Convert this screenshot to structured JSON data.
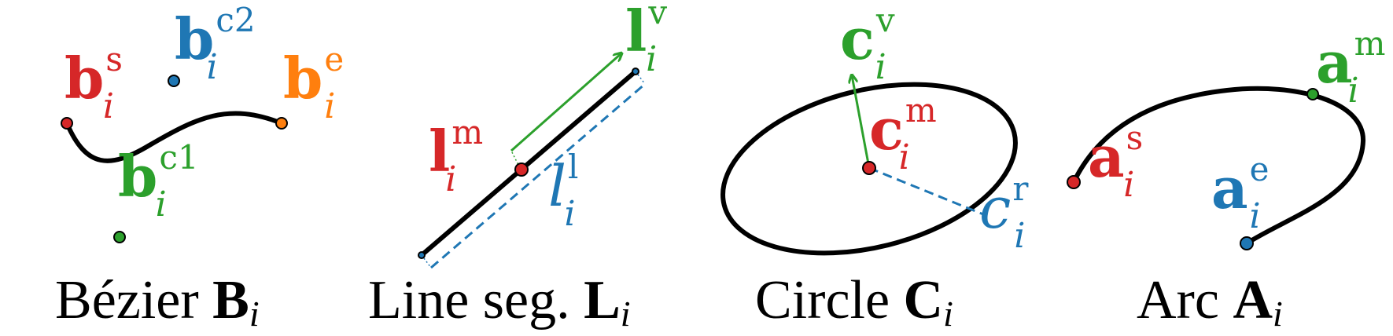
{
  "colors": {
    "red": "#d62728",
    "blue": "#1f77b4",
    "green": "#2ca02c",
    "orange": "#ff7f0e",
    "black": "#000000"
  },
  "panels": {
    "bezier": {
      "caption_main": "Bézier ",
      "caption_bold": "B",
      "caption_sub": "i",
      "labels": {
        "start": {
          "base": "b",
          "sup": "s",
          "sub": "i"
        },
        "c1": {
          "base": "b",
          "sup": "c1",
          "sub": "i"
        },
        "c2": {
          "base": "b",
          "sup": "c2",
          "sub": "i"
        },
        "end": {
          "base": "b",
          "sup": "e",
          "sub": "i"
        }
      }
    },
    "line": {
      "caption_main": "Line seg. ",
      "caption_bold": "L",
      "caption_sub": "i",
      "labels": {
        "mid": {
          "base": "l",
          "sup": "m",
          "sub": "i"
        },
        "vec": {
          "base": "l",
          "sup": "v",
          "sub": "i"
        },
        "len": {
          "base": "l",
          "sup": "l",
          "sub": "i"
        }
      }
    },
    "circle": {
      "caption_main": "Circle ",
      "caption_bold": "C",
      "caption_sub": "i",
      "labels": {
        "mid": {
          "base": "c",
          "sup": "m",
          "sub": "i"
        },
        "vec": {
          "base": "c",
          "sup": "v",
          "sub": "i"
        },
        "rad": {
          "base": "c",
          "sup": "r",
          "sub": "i"
        }
      }
    },
    "arc": {
      "caption_main": "Arc ",
      "caption_bold": "A",
      "caption_sub": "i",
      "labels": {
        "start": {
          "base": "a",
          "sup": "s",
          "sub": "i"
        },
        "mid": {
          "base": "a",
          "sup": "m",
          "sub": "i"
        },
        "end": {
          "base": "a",
          "sup": "e",
          "sub": "i"
        }
      }
    }
  }
}
